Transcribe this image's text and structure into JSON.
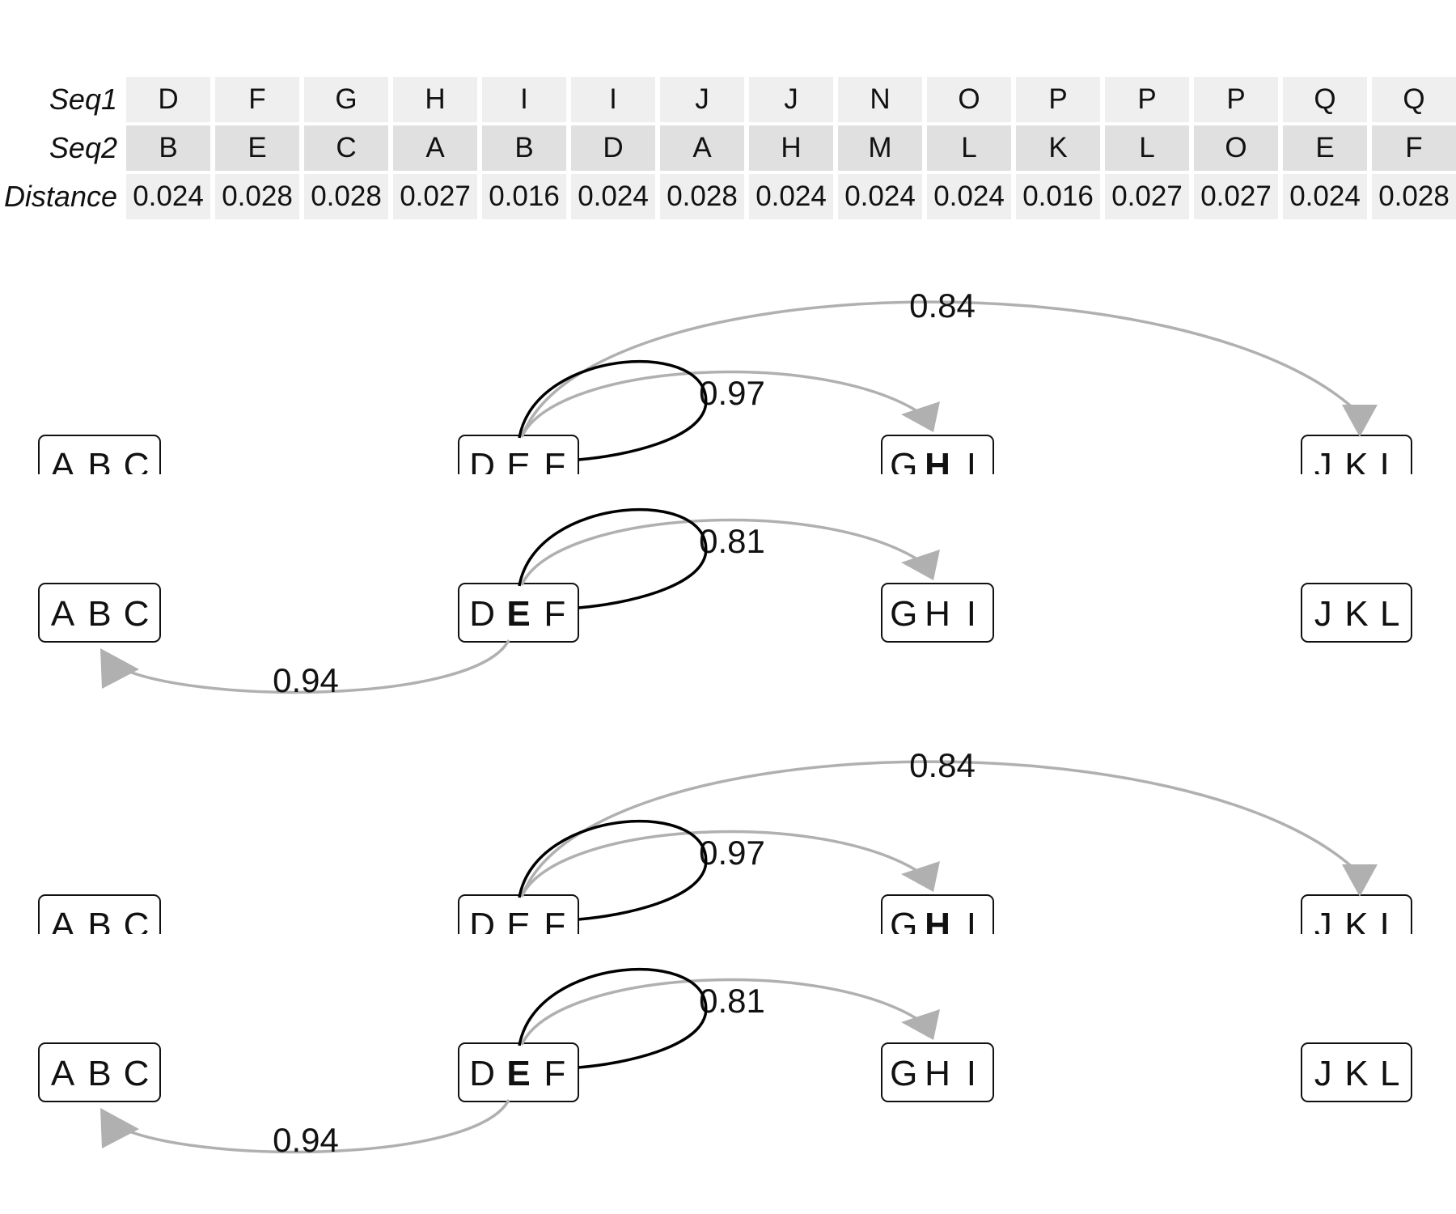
{
  "table": {
    "row_labels": [
      "Seq1",
      "Seq2",
      "Distance"
    ],
    "seq1": [
      "D",
      "F",
      "G",
      "H",
      "I",
      "I",
      "J",
      "J",
      "N",
      "O",
      "P",
      "P",
      "P",
      "Q",
      "Q"
    ],
    "seq2": [
      "B",
      "E",
      "C",
      "A",
      "B",
      "D",
      "A",
      "H",
      "M",
      "L",
      "K",
      "L",
      "O",
      "E",
      "F"
    ],
    "distance": [
      "0.024",
      "0.028",
      "0.028",
      "0.027",
      "0.016",
      "0.024",
      "0.028",
      "0.024",
      "0.024",
      "0.024",
      "0.016",
      "0.027",
      "0.027",
      "0.024",
      "0.028"
    ]
  },
  "nodes": [
    {
      "id": "abc",
      "letters": [
        "A",
        "B",
        "C"
      ]
    },
    {
      "id": "def",
      "letters": [
        "D",
        "E",
        "F"
      ]
    },
    {
      "id": "ghi",
      "letters": [
        "G",
        "H",
        "I"
      ]
    },
    {
      "id": "jkl",
      "letters": [
        "J",
        "K",
        "L"
      ]
    }
  ],
  "panels": [
    {
      "rows": [
        {
          "bold": {
            "ghi": 1
          },
          "clipped": true,
          "edges": [
            {
              "from": "def",
              "to": "jkl",
              "label": "0.84",
              "color": "#b0b0b0"
            },
            {
              "from": "def",
              "to": "ghi",
              "label": "0.97",
              "color": "#b0b0b0"
            },
            {
              "from": "def",
              "to": "def",
              "label": "",
              "color": "#000000"
            }
          ]
        },
        {
          "bold": {
            "def": 1
          },
          "clipped": false,
          "edges": [
            {
              "from": "def",
              "to": "ghi",
              "label": "0.81",
              "color": "#b0b0b0"
            },
            {
              "from": "def",
              "to": "def",
              "label": "",
              "color": "#000000"
            },
            {
              "from": "def",
              "to": "abc",
              "label": "0.94",
              "color": "#b0b0b0"
            }
          ]
        }
      ]
    },
    {
      "rows": [
        {
          "bold": {
            "ghi": 1
          },
          "clipped": true,
          "edges": [
            {
              "from": "def",
              "to": "jkl",
              "label": "0.84",
              "color": "#b0b0b0"
            },
            {
              "from": "def",
              "to": "ghi",
              "label": "0.97",
              "color": "#b0b0b0"
            },
            {
              "from": "def",
              "to": "def",
              "label": "",
              "color": "#000000"
            }
          ]
        },
        {
          "bold": {
            "def": 1
          },
          "clipped": false,
          "edges": [
            {
              "from": "def",
              "to": "ghi",
              "label": "0.81",
              "color": "#b0b0b0"
            },
            {
              "from": "def",
              "to": "def",
              "label": "",
              "color": "#000000"
            },
            {
              "from": "def",
              "to": "abc",
              "label": "0.94",
              "color": "#b0b0b0"
            }
          ]
        }
      ]
    }
  ]
}
